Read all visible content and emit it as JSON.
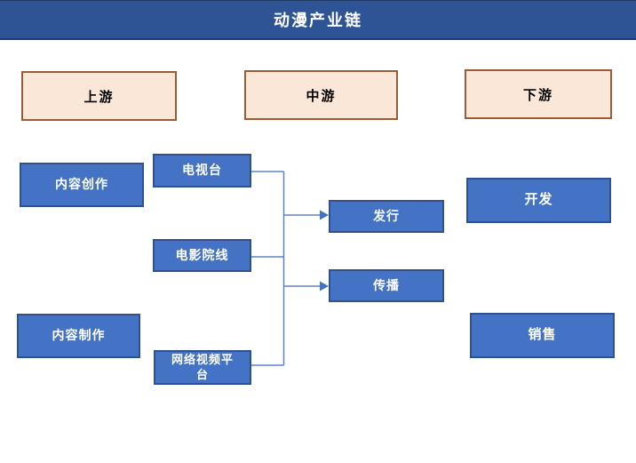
{
  "title": "动漫产业链",
  "columns": [
    {
      "id": "upstream",
      "label": "上游"
    },
    {
      "id": "midstream",
      "label": "中游"
    },
    {
      "id": "downstream",
      "label": "下游"
    }
  ],
  "nodes": [
    {
      "id": "content-creation",
      "label": "内容创作",
      "column": "upstream"
    },
    {
      "id": "content-production",
      "label": "内容制作",
      "column": "upstream"
    },
    {
      "id": "tv-station",
      "label": "电视台",
      "column": "midstream"
    },
    {
      "id": "film-cinema",
      "label": "电影院线",
      "column": "midstream"
    },
    {
      "id": "online-video-platform",
      "label": "网络视频平台",
      "column": "midstream"
    },
    {
      "id": "distribution",
      "label": "发行",
      "column": "midstream"
    },
    {
      "id": "dissemination",
      "label": "传播",
      "column": "midstream"
    },
    {
      "id": "development",
      "label": "开发",
      "column": "downstream"
    },
    {
      "id": "sales",
      "label": "销售",
      "column": "downstream"
    }
  ],
  "edges": [
    {
      "from": "tv-station",
      "to": "spine",
      "arrow": false
    },
    {
      "from": "film-cinema",
      "to": "spine",
      "arrow": false
    },
    {
      "from": "online-video-platform",
      "to": "spine",
      "arrow": false
    },
    {
      "from": "spine",
      "to": "distribution",
      "arrow": true
    },
    {
      "from": "spine",
      "to": "dissemination",
      "arrow": true
    }
  ],
  "colors": {
    "header_bg": "#2E5496",
    "header_border": "#1F3864",
    "category_fill": "#FBE7D8",
    "category_border": "#9C5B35",
    "node_fill": "#4472C4",
    "node_border": "#2F528F",
    "connector": "#5B83C4"
  }
}
